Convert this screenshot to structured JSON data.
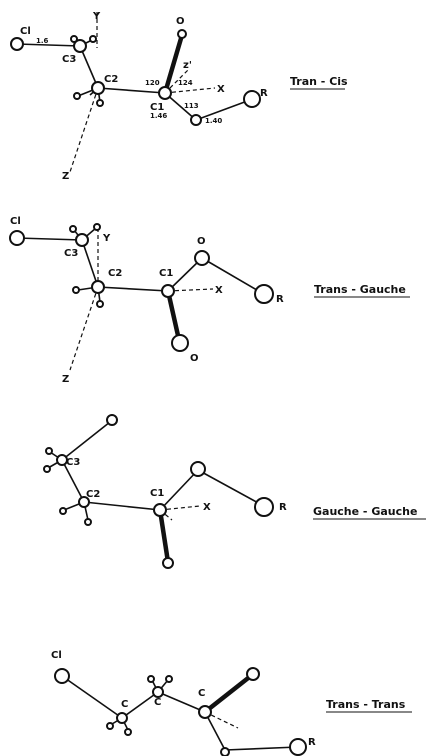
{
  "figure": {
    "panels": [
      {
        "title": "Tran - Cis",
        "labels": {
          "cl": "Cl",
          "c3": "C3",
          "c2": "C2",
          "c1": "C1",
          "o": "O",
          "r": "R",
          "x": "X",
          "y": "Y",
          "z": "Z",
          "zprime": "z'"
        },
        "numbers": {
          "n1": "1.6",
          "n2": "120",
          "n3": "124",
          "n4": "113",
          "n5": "1.46",
          "n6": "1.40"
        }
      },
      {
        "title": "Trans - Gauche",
        "labels": {
          "cl": "Cl",
          "c3": "C3",
          "c2": "C2",
          "c1": "C1",
          "o1": "O",
          "o2": "O",
          "r": "R",
          "x": "X",
          "y": "Y",
          "z": "Z"
        }
      },
      {
        "title": "Gauche - Gauche",
        "labels": {
          "c3": "C3",
          "c2": "C2",
          "c1": "C1",
          "r": "R",
          "x": "X"
        }
      },
      {
        "title": "Trans - Trans",
        "labels": {
          "cl": "Cl",
          "c_a": "C",
          "c_b": "C",
          "c_c": "C",
          "r": "R"
        }
      }
    ]
  }
}
